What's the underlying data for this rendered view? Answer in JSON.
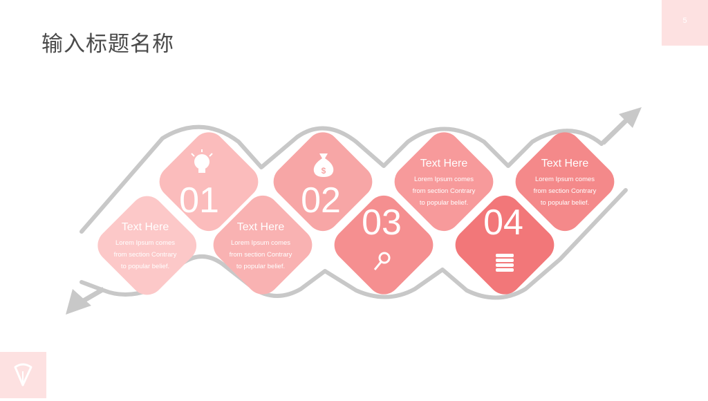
{
  "header": {
    "title": "输入标题名称",
    "page_number": "5"
  },
  "colors": {
    "tile1": "#fbbcbc",
    "tile2": "#f7a6a6",
    "tile3": "#f58f90",
    "tile4": "#f27779",
    "band": "#c8c8c8"
  },
  "steps": [
    {
      "number": "01",
      "title": "Text Here",
      "body": [
        "Lorem Ipsum comes",
        "from section Contrary",
        "to popular belief."
      ],
      "icon": "lightbulb-icon"
    },
    {
      "number": "02",
      "title": "Text Here",
      "body": [
        "Lorem Ipsum comes",
        "from section Contrary",
        "to popular belief."
      ],
      "icon": "money-bag-icon"
    },
    {
      "number": "03",
      "title": "Text Here",
      "body": [
        "Lorem Ipsum comes",
        "from section Contrary",
        "to popular belief."
      ],
      "icon": "magnifier-icon"
    },
    {
      "number": "04",
      "title": "Text Here",
      "body": [
        "Lorem Ipsum comes",
        "from section Contrary",
        "to popular belief."
      ],
      "icon": "coins-icon"
    }
  ],
  "footer": {
    "logo_icon": "leaf-logo-icon"
  }
}
